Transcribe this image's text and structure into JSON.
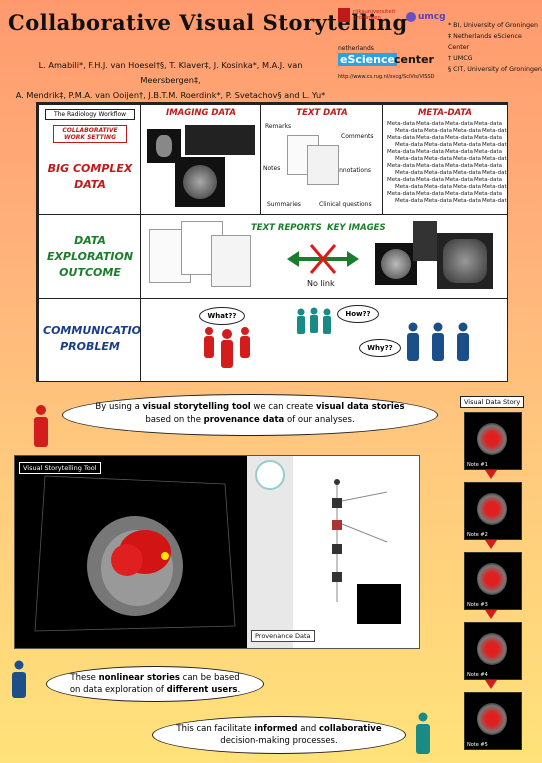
{
  "poster": {
    "title": "Collaborative Visual Storytelling",
    "authors_line1": "L. Amabili*, F.H.J. van Hoesel†§, T. Klaver‡, J. Kosinka*, M.A.J. van Meersbergen‡,",
    "authors_line2": "A. Mendrik‡, P.M.A. van Ooijen†, J.B.T.M. Roerdink*, P. Svetachov§ and L. Yu*",
    "url": "http://www.cs.rug.nl/svcg/SciVis/VISSD",
    "logos": {
      "rug_line1": "rijksuniversiteit",
      "rug_line2": "groningen",
      "umcg": "umcg",
      "escience_pre": "netherlands",
      "escience_e": "eScience",
      "escience_c": "center"
    },
    "affiliations": [
      "* BI, University of Groningen",
      "‡ Netherlands eScience Center",
      "† UMCG",
      "§ CIT, University of Groningen"
    ]
  },
  "grid": {
    "workflow_label": "The Radiology Workflow",
    "collab_label": "COLLABORATIVE WORK SETTING",
    "col_headers": [
      "IMAGING DATA",
      "TEXT DATA",
      "META-DATA"
    ],
    "row1_label": "BIG COMPLEX DATA",
    "row2_label": "DATA EXPLORATION OUTCOME",
    "row3_label": "COMMUNICATION PROBLEM",
    "text_data_labels": [
      "Remarks",
      "Comments",
      "Notes",
      "Annotations",
      "Summaries",
      "Clinical questions"
    ],
    "metadata_word": "Meta-data",
    "text_reports": "TEXT REPORTS",
    "key_images": "KEY IMAGES",
    "no_link": "No link",
    "q_what": "What??",
    "q_how": "How??",
    "q_why": "Why??"
  },
  "statement1": {
    "pre": "By using a ",
    "b1": "visual storytelling tool",
    "mid1": " we can create ",
    "b2": "visual data stories",
    "mid2": " based on the ",
    "b3": "provenance data",
    "post": " of our analyses."
  },
  "tool": {
    "label": "Visual Storytelling Tool",
    "provenance_label": "Provenance Data"
  },
  "story": {
    "label": "Visual Data Story",
    "notes": [
      "Note #1",
      "Note #2",
      "Note #3",
      "Note #4",
      "Note #5"
    ]
  },
  "statement2": {
    "pre": "These ",
    "b1": "nonlinear stories",
    "mid": " can be based on data exploration of ",
    "b2": "different users",
    "post": "."
  },
  "statement3": {
    "pre": "This can facilitate ",
    "b1": "informed",
    "mid": " and ",
    "b2": "collaborative",
    "post": " decision-making processes."
  },
  "colors": {
    "accent_red": "#c01a1a",
    "accent_blue": "#1a3d8a",
    "accent_green": "#1a7d2a",
    "teal": "#1a8a84"
  }
}
